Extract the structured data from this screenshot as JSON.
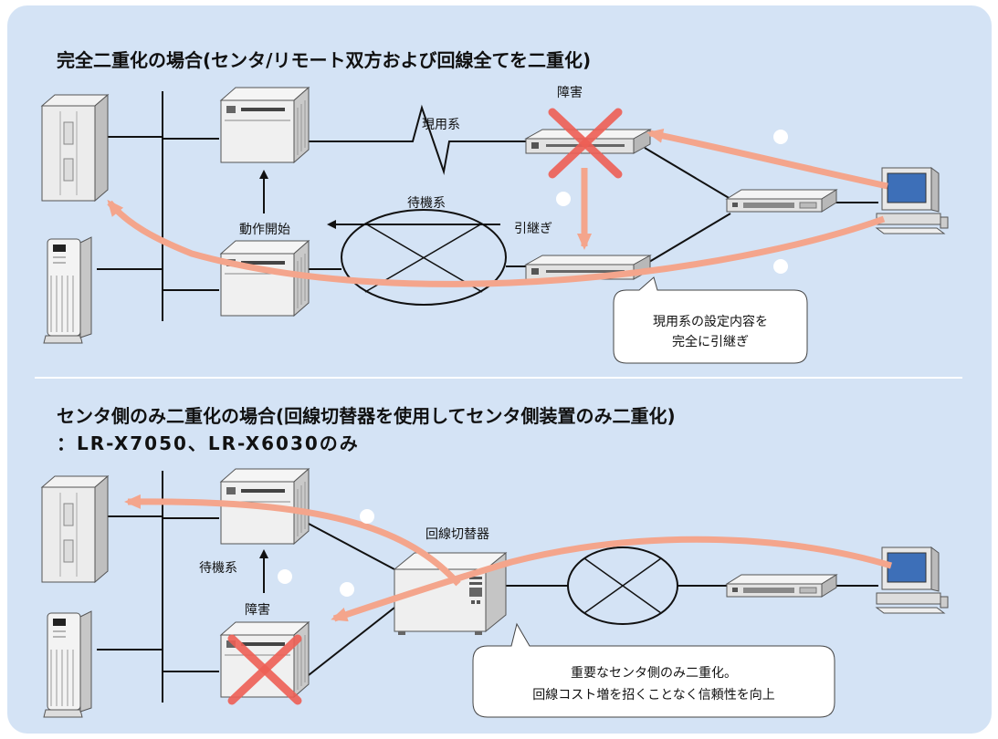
{
  "top_section": {
    "title": "完全二重化の場合(センタ/リモート双方および回線全てを二重化)",
    "labels": {
      "active_line": "現用系",
      "failure": "障害",
      "standby_line": "待機系",
      "start_operation": "動作開始",
      "takeover": "引継ぎ"
    },
    "callout": [
      "現用系の設定内容を",
      "完全に引継ぎ"
    ]
  },
  "bottom_section": {
    "title_line1": "センタ側のみ二重化の場合(回線切替器を使用してセンタ側装置のみ二重化)",
    "title_line2": "：LR-X7050、LR-X6030のみ",
    "labels": {
      "line_switch": "回線切替器",
      "standby": "待機系",
      "failure": "障害"
    },
    "callout": [
      "重要なセンタ側のみ二重化。",
      "回線コスト増を招くことなく信頼性を向上"
    ]
  },
  "colors": {
    "background": "#d4e3f5",
    "flow_arrow": "#f4a58c",
    "failure_cross": "#ee5f55"
  },
  "icons": [
    "host-server-icon",
    "tower-server-icon",
    "router-server-icon",
    "modem-icon",
    "switch-hub-icon",
    "pc-terminal-icon",
    "line-switch-box-icon",
    "wan-cloud-icon",
    "failure-cross-icon"
  ]
}
